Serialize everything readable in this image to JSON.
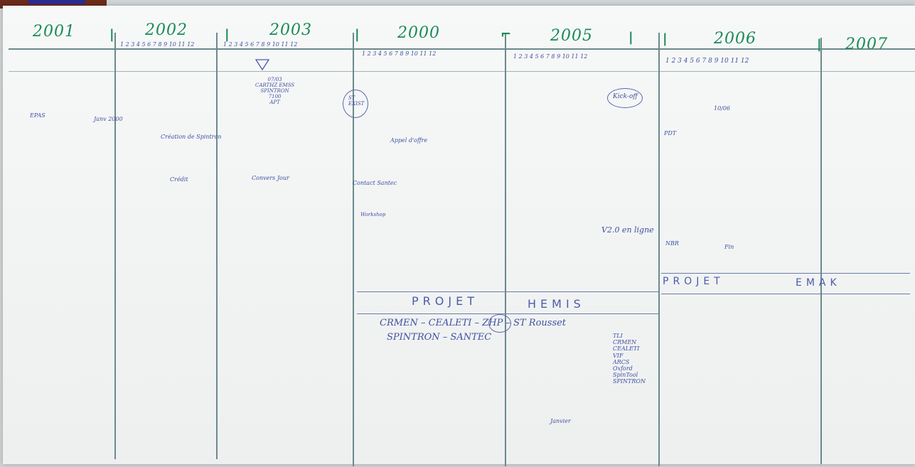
{
  "years": [
    "2001",
    "2002",
    "2003",
    "2000",
    "2005",
    "2006",
    "2007"
  ],
  "month_scale": {
    "y2002": "1 2 3 4 5 6 7 8 9 10 11 12",
    "y2003": "1 2 3 4 5 6 7 8 9 10 11 12",
    "y2000": "1 2 3 4 5 6 7 8 9 10 11 12",
    "y2005": "1 2 3 4 5 6 7 8 9 10 11 12",
    "y2006": "1 2 3 4 5 6 7 8 9 10 11 12"
  },
  "projects": {
    "hemis_a": "PROJET",
    "hemis_b": "HEMIS",
    "emak_a": "PROJET",
    "emak_b": "EMAK",
    "partners": "CRMEN – CEALETI – ZHP – ST Rousset",
    "partners2": "SPINTRON – SANTEC",
    "st": "ST"
  },
  "notes": {
    "n2001a": "EPAS    ",
    "n2001b": "Janv 2000",
    "n2002a": "Création de Spintron",
    "n2002b": "Crédit",
    "n2003a": "07/03\nCARTHZ  EMSS\nSPINTRON\n7100\nAPT",
    "n2003b": "Convers Jour",
    "n2000a": "ST\nEXIST",
    "n2000b": "Appel d'offre",
    "n2000c": "Contact Santec",
    "n2000d": "Workshop",
    "n2005a": "Kick-off",
    "n2005b": "V2.0 en ligne",
    "n2005c": "TLI\nCRMEN\nCEALETI\nVIF\nARCS\nOxford\nSpinTool\nSPINTRON",
    "n2005d": "Janvier",
    "n2006a": "PDT",
    "n2006b": "10/06",
    "n2006c": "NBR",
    "n2006d": "Fin"
  },
  "colors": {
    "ink_green": "#1b8a57",
    "ink_blue": "#3f4fa0",
    "paper": "#f4f6f6",
    "wall": "#cfd4d6"
  }
}
